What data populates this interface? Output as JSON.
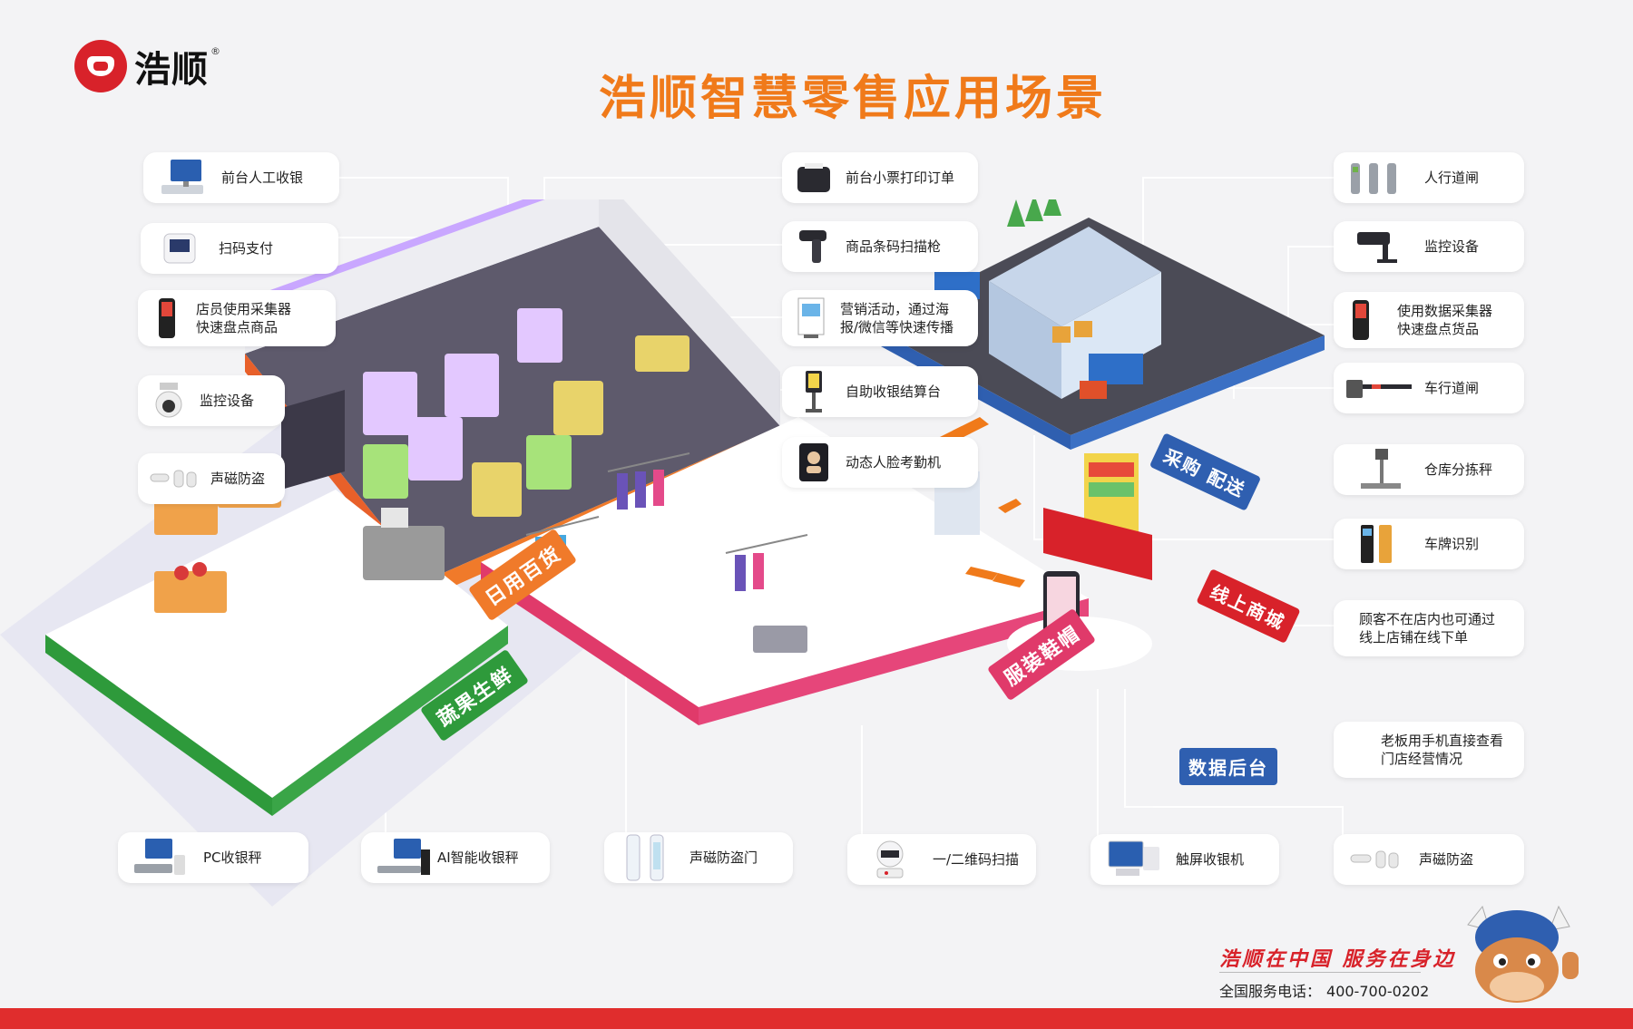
{
  "brand": {
    "name": "浩顺",
    "reg": "®",
    "color": "#d8222a"
  },
  "title": "浩顺智慧零售应用场景",
  "left_items": [
    {
      "label": "前台人工收银",
      "icon": "pos-terminal-icon"
    },
    {
      "label": "扫码支付",
      "icon": "scan-pay-box-icon"
    },
    {
      "label": "店员使用采集器\n快速盘点商品",
      "icon": "handheld-collector-icon"
    },
    {
      "label": "监控设备",
      "icon": "cctv-camera-icon"
    },
    {
      "label": "声磁防盗",
      "icon": "security-tag-icon"
    }
  ],
  "middle_items": [
    {
      "label": "前台小票打印订单",
      "icon": "receipt-printer-icon"
    },
    {
      "label": "商品条码扫描枪",
      "icon": "barcode-gun-icon"
    },
    {
      "label": "营销活动，通过海\n报/微信等快速传播",
      "icon": "poster-icon"
    },
    {
      "label": "自助收银结算台",
      "icon": "self-checkout-kiosk-icon"
    },
    {
      "label": "动态人脸考勤机",
      "icon": "face-attendance-icon"
    }
  ],
  "right_items": [
    {
      "label": "人行道闸",
      "icon": "pedestrian-gate-icon"
    },
    {
      "label": "监控设备",
      "icon": "surveillance-camera-icon"
    },
    {
      "label": "使用数据采集器\n快速盘点货品",
      "icon": "data-collector-icon"
    },
    {
      "label": "车行道闸",
      "icon": "vehicle-barrier-icon"
    },
    {
      "label": "仓库分拣秤",
      "icon": "warehouse-scale-icon"
    },
    {
      "label": "车牌识别",
      "icon": "plate-recognition-icon"
    },
    {
      "label": "顾客不在店内也可通过\n线上店铺在线下单",
      "icon": ""
    },
    {
      "label": "老板用手机直接查看\n门店经营情况",
      "icon": ""
    }
  ],
  "bottom_items": [
    {
      "label": "PC收银秤",
      "icon": "pc-scale-icon"
    },
    {
      "label": "AI智能收银秤",
      "icon": "ai-scale-icon"
    },
    {
      "label": "声磁防盗门",
      "icon": "security-gate-icon"
    },
    {
      "label": "一/二维码扫描",
      "icon": "qr-scanner-icon"
    },
    {
      "label": "触屏收银机",
      "icon": "touch-pos-icon"
    },
    {
      "label": "声磁防盗",
      "icon": "security-tag-icon"
    }
  ],
  "scenes": {
    "grocery": "日用百货",
    "fresh": "蔬果生鲜",
    "apparel": "服装鞋帽",
    "logistics": "采购 配送",
    "online": "线上商城",
    "backend": "数据后台"
  },
  "footer": {
    "slogan": "浩顺在中国  服务在身边",
    "phone_label": "全国服务电话：",
    "phone": "400-700-0202"
  }
}
